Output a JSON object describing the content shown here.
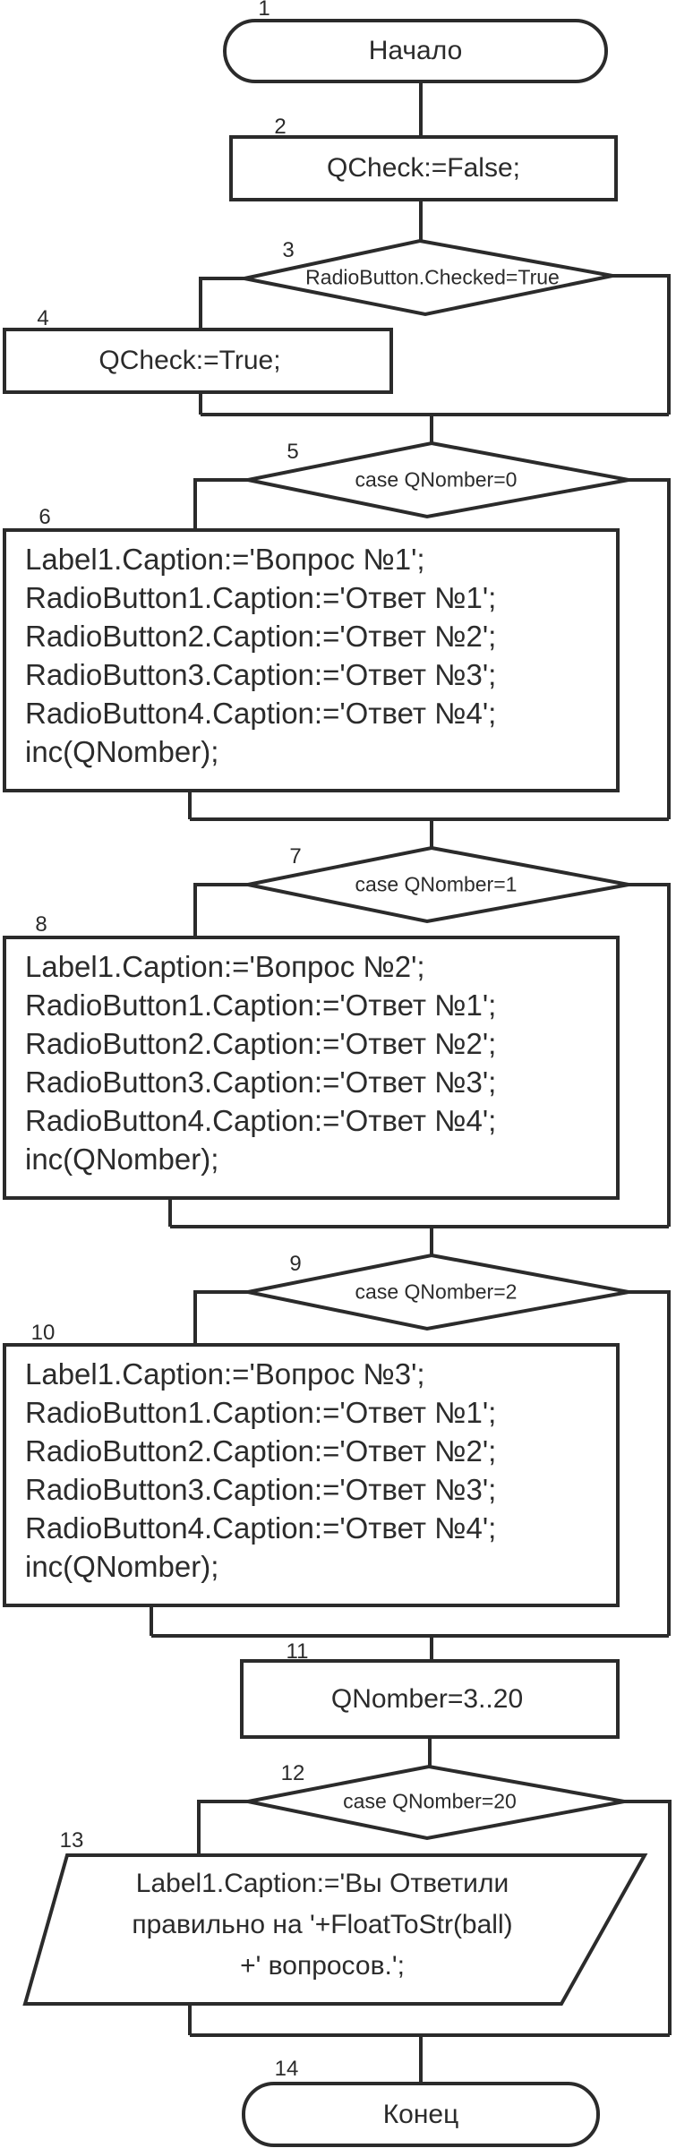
{
  "flowchart": {
    "title": "Block diagram of a quiz program (Delphi/Pascal)",
    "colors": {
      "stroke": "#2b2b2b",
      "background": "#ffffff",
      "text": "#2b2b2b"
    },
    "nodes": {
      "n1": {
        "num": "1",
        "type": "terminal",
        "text": "Начало"
      },
      "n2": {
        "num": "2",
        "type": "process",
        "text": "QCheck:=False;"
      },
      "n3": {
        "num": "3",
        "type": "decision",
        "text": "RadioButton.Checked=True"
      },
      "n4": {
        "num": "4",
        "type": "process",
        "text": "QCheck:=True;"
      },
      "n5": {
        "num": "5",
        "type": "decision",
        "text": "case QNomber=0"
      },
      "n6": {
        "num": "6",
        "type": "process",
        "lines": [
          "Label1.Caption:='Вопрос №1';",
          "RadioButton1.Caption:='Ответ №1';",
          "RadioButton2.Caption:='Ответ №2';",
          "RadioButton3.Caption:='Ответ №3';",
          "RadioButton4.Caption:='Ответ №4';",
          "inc(QNomber);"
        ]
      },
      "n7": {
        "num": "7",
        "type": "decision",
        "text": "case QNomber=1"
      },
      "n8": {
        "num": "8",
        "type": "process",
        "lines": [
          "Label1.Caption:='Вопрос №2';",
          "RadioButton1.Caption:='Ответ №1';",
          "RadioButton2.Caption:='Ответ №2';",
          "RadioButton3.Caption:='Ответ №3';",
          "RadioButton4.Caption:='Ответ №4';",
          "inc(QNomber);"
        ]
      },
      "n9": {
        "num": "9",
        "type": "decision",
        "text": "case QNomber=2"
      },
      "n10": {
        "num": "10",
        "type": "process",
        "lines": [
          "Label1.Caption:='Вопрос №3';",
          "RadioButton1.Caption:='Ответ №1';",
          "RadioButton2.Caption:='Ответ №2';",
          "RadioButton3.Caption:='Ответ №3';",
          "RadioButton4.Caption:='Ответ №4';",
          "inc(QNomber);"
        ]
      },
      "n11": {
        "num": "11",
        "type": "process",
        "text": "QNomber=3..20"
      },
      "n12": {
        "num": "12",
        "type": "decision",
        "text": "case QNomber=20"
      },
      "n13": {
        "num": "13",
        "type": "input-output",
        "lines": [
          "Label1.Caption:='Вы Ответили",
          "правильно на '+FloatToStr(ball)",
          "+' вопросов.';"
        ]
      },
      "n14": {
        "num": "14",
        "type": "terminal",
        "text": "Конец"
      }
    }
  }
}
